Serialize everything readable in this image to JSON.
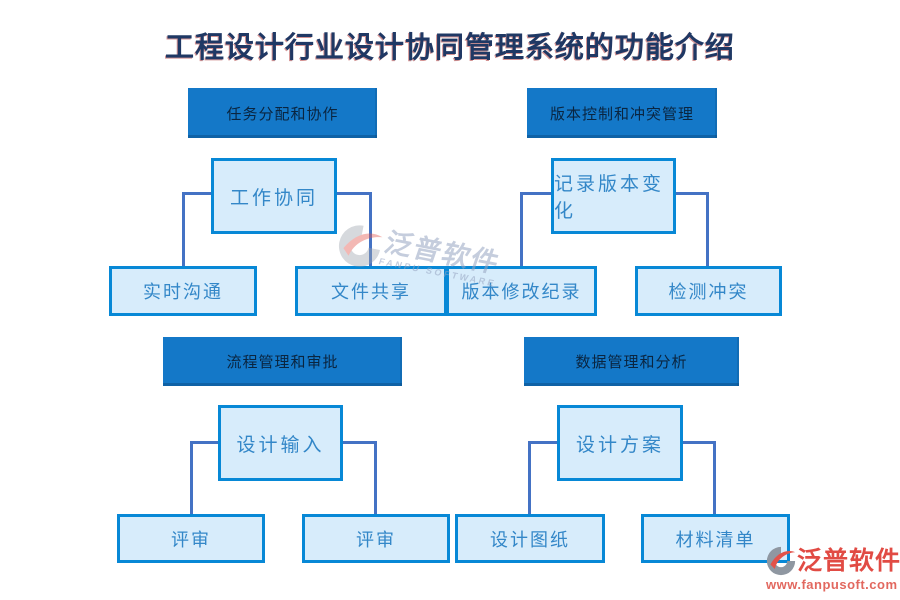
{
  "title": "工程设计行业设计协同管理系统的功能介绍",
  "trees": [
    {
      "id": "task-collaboration",
      "header": "任务分配和协作",
      "mid": "工作协同",
      "children": [
        "实时沟通",
        "文件共享"
      ]
    },
    {
      "id": "version-control",
      "header": "版本控制和冲突管理",
      "mid": "记录版本变化",
      "children": [
        "版本修改纪录",
        "检测冲突"
      ]
    },
    {
      "id": "process-approval",
      "header": "流程管理和审批",
      "mid": "设计输入",
      "children": [
        "评审",
        "评审"
      ]
    },
    {
      "id": "data-analysis",
      "header": "数据管理和分析",
      "mid": "设计方案",
      "children": [
        "设计图纸",
        "材料清单"
      ]
    }
  ],
  "watermark": {
    "brand": "泛普软件",
    "subtitle": "FANPU SOFTWARE"
  },
  "footer_logo": {
    "brand": "泛普软件",
    "url": "www.fanpusoft.com"
  },
  "colors": {
    "header_fill": "#1478c8",
    "header_text": "#0a2540",
    "node_fill": "#d7ecfb",
    "node_border": "#0788d6",
    "node_text": "#3387c8",
    "connector": "#4472c4",
    "title_text": "#1f3864",
    "brand_red": "#e14b44",
    "watermark_text": "#96a5c2"
  }
}
